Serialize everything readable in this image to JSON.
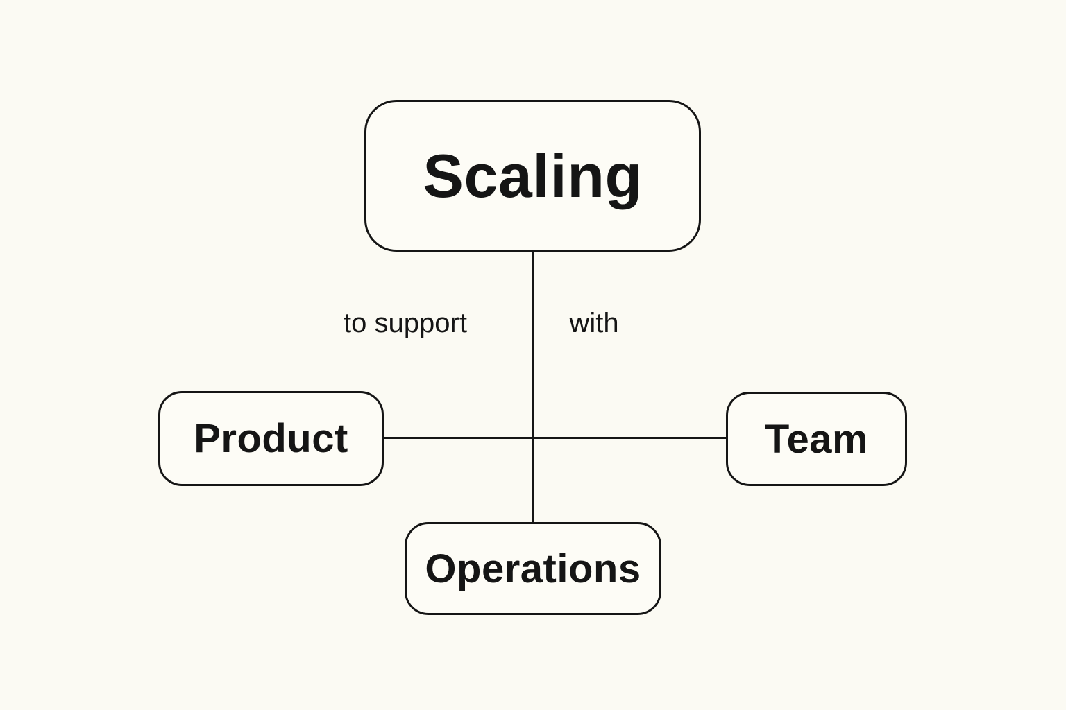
{
  "diagram": {
    "nodes": [
      {
        "id": "scaling",
        "label": "Scaling"
      },
      {
        "id": "product",
        "label": "Product"
      },
      {
        "id": "team",
        "label": "Team"
      },
      {
        "id": "operations",
        "label": "Operations"
      }
    ],
    "edge_labels": {
      "left": "to support",
      "right": "with"
    },
    "edges": [
      {
        "from": "scaling",
        "to": "operations",
        "orientation": "vertical",
        "label_left": "to support",
        "label_right": "with"
      },
      {
        "from": "product",
        "to": "team",
        "orientation": "horizontal"
      }
    ],
    "colors": {
      "background": "#fbfaf3",
      "node_fill": "#fdfcf6",
      "stroke": "#151515",
      "text": "#151515"
    }
  }
}
